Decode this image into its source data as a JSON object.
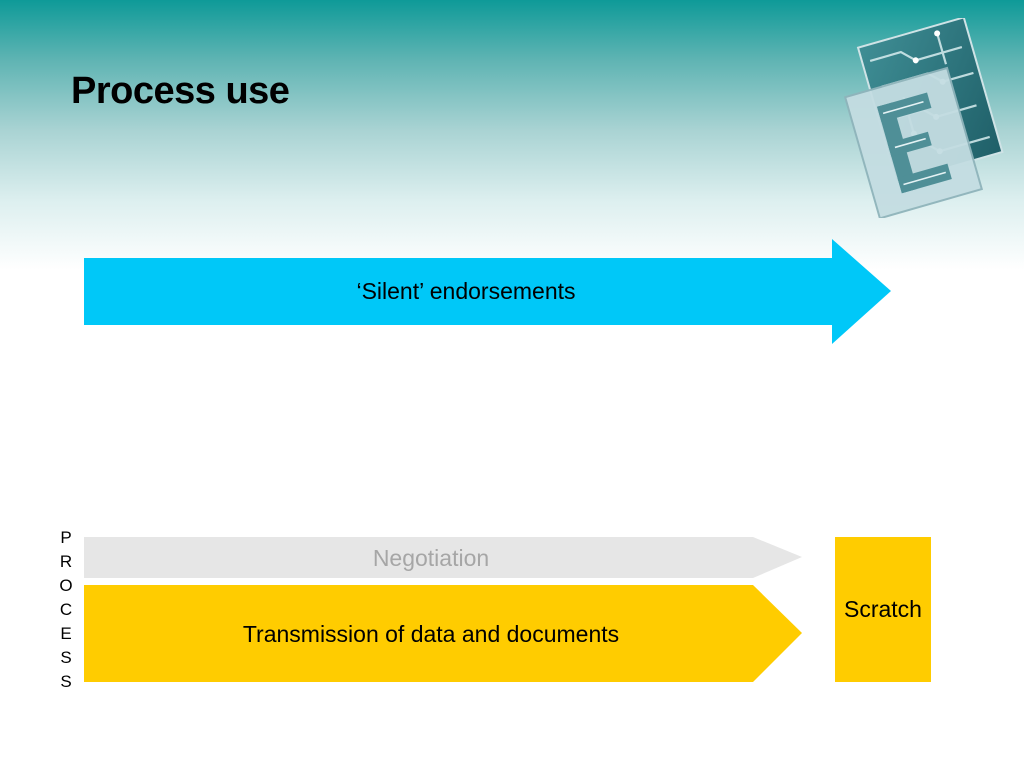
{
  "slide": {
    "title": "Process use"
  },
  "diagram": {
    "top_arrow": {
      "label": "‘Silent’ endorsements",
      "color": "#00c8f8"
    },
    "process_label": [
      "P",
      "R",
      "O",
      "C",
      "E",
      "S",
      "S"
    ],
    "negotiation_arrow": {
      "label": "Negotiation",
      "color": "#e6e6e6",
      "text_color": "#a6a6a6"
    },
    "transmission_arrow": {
      "label": "Transmission of data and documents",
      "color": "#ffcc00"
    },
    "scratch_box": {
      "label": "Scratch",
      "color": "#ffcc00"
    }
  },
  "logo": {
    "icon": "circuit-board-e-logo-icon",
    "letter": "E"
  }
}
